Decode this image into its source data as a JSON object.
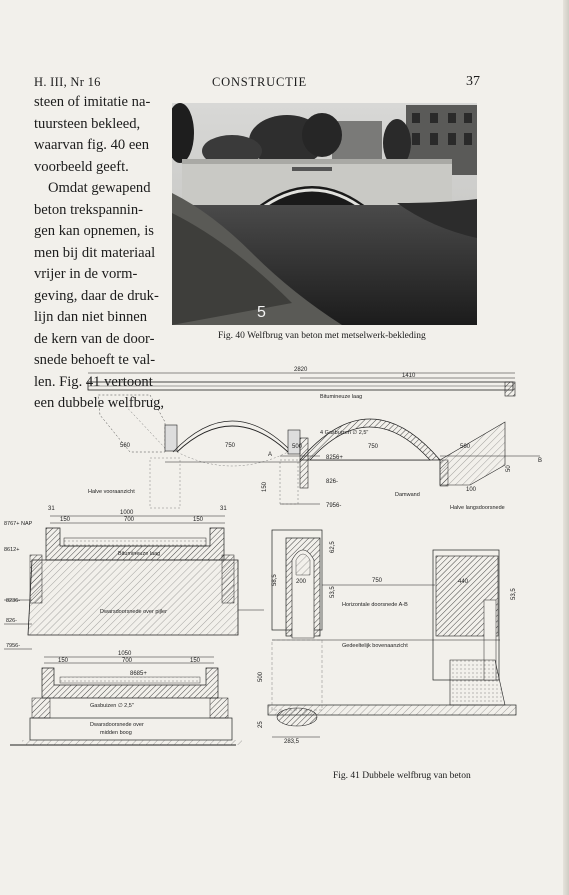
{
  "header": {
    "left": "H. III, Nr 16",
    "center": "CONSTRUCTIE",
    "page_number": "37"
  },
  "body_text": {
    "lines": [
      "steen of imitatie na-",
      "tuursteen bekleed,",
      "waarvan fig. 40 een",
      "voorbeeld geeft.",
      "Omdat gewapend",
      "beton trekspannin-",
      "gen kan opnemen, is",
      "men bij dit materiaal",
      "vrijer in de vorm-",
      "geving, daar de druk-",
      "lijn dan niet binnen",
      "de kern van de door-",
      "snede behoeft te val-",
      "len. Fig. 41 vertoont",
      "een dubbele welfbrug,"
    ]
  },
  "figure40": {
    "caption": "Fig. 40 Welfbrug van beton met metselwerk-bekleding",
    "plate_number": "5"
  },
  "figure41": {
    "caption": "Fig. 41 Dubbele welfbrug van beton",
    "labels": {
      "dim_total": "2820",
      "dim_half": "1410",
      "bitumen_top": "Bitumineuze laag",
      "gasbuizen_top": "4 Gasbuizen ∅ 2,5\"",
      "span_left_a": "560",
      "span_left_b": "750",
      "span_right_a": "750",
      "span_right_b": "560",
      "pier": "500",
      "level_8256": "8256+",
      "level_826": "826-",
      "level_7956": "7956-",
      "dim_150": "150",
      "dim_100": "100",
      "dim_50": "50",
      "half_front": "Halve vooraanzicht",
      "half_longitudinal": "Halve langsdoorsnede",
      "damwand": "Damwand",
      "marker_a": "A",
      "marker_b": "B",
      "cs_width": "1000",
      "cs_inner": "700",
      "cs_side": "150",
      "cs_edge": "31",
      "cs_level_top": "8767+ NAP",
      "cs_level_2": "8612+",
      "cs_level_3": "8236-",
      "cs_level_4": "826-",
      "cs_level_5": "7956-",
      "cs_bitumen": "Bitumineuze laag",
      "cs_pier": "Dwarsdoorsnede over pijler",
      "cs2_width": "1050",
      "cs2_inner": "700",
      "cs2_side": "150",
      "cs2_level": "8685+",
      "cs2_gasbuizen": "Gasbuizen ∅ 2,5\"",
      "cs2_caption_line1": "Dwarsdoorsnede over",
      "cs2_caption_line2": "midden boog",
      "plan_200": "200",
      "plan_750": "750",
      "plan_440": "440",
      "plan_gr": "53,5",
      "plan_ng": "62,5",
      "plan_58": "58,5",
      "plan_500": "500",
      "plan_283": "283,5",
      "plan_horizontal": "Horizontale doorsnede A-B",
      "plan_bottom": "Gedeeltelijk bovenaanzicht",
      "plan_25": "25"
    }
  }
}
